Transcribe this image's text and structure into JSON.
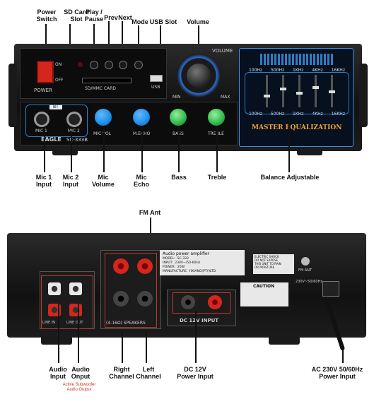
{
  "front_labels": {
    "power_switch": "Power\nSwitch",
    "sd_card_slot": "SD Card\nSlot",
    "play_pause": "Play /\nPause",
    "prev": "Prev",
    "next": "Next",
    "mode": "Mode",
    "usb_slot": "USB Slot",
    "volume": "Volume",
    "mic1_input": "Mic 1\nInput",
    "mic2_input": "Mic 2\nInput",
    "mic_volume": "Mic\nVolume",
    "mic_echo": "Mic\nEcho",
    "bass": "Bass",
    "treble": "Treble",
    "balance": "Balance Adjustable"
  },
  "front_panel": {
    "power": "POWER",
    "on": "ON",
    "off": "OFF",
    "sd_text": "SD/MMC CARD",
    "usb_text": "USB",
    "volume_text": "VOLUME",
    "min": "MIN",
    "max": "MAX",
    "bt": "BT",
    "mic1": "MIC 1",
    "mic2": "MIC 2",
    "brand": "EAGLE",
    "model": "SC-333B",
    "mic_vol": "MIC VOL",
    "m_echo": "M.ECHO",
    "bass": "BASS",
    "treble": "TREBLE",
    "eq_title": "MASTER EQUALIZATION",
    "eq_bands_top": [
      "100Hz",
      "500Hz",
      "1KHz",
      "4KHz",
      "16KHz"
    ],
    "eq_bands_bottom": [
      "100Hz",
      "500Hz",
      "1KHz",
      "4KHz",
      "16KHz"
    ]
  },
  "rear_labels": {
    "fm_ant": "FM Ant",
    "audio_input": "Audio\nInput",
    "audio_output": "Audio\nOnput",
    "subwoofer": "Active Subwoofer\nAudio Output",
    "right_channel": "Right\nChannel",
    "left_channel": "Left\nChannel",
    "dc12v": "DC 12V\nPower Input",
    "ac230v": "AC 230V 50/60Hz\nPower Input"
  },
  "rear_panel": {
    "speakers": "(4-16Ω) SPEAKERS",
    "dc_input": "DC 12V INPUT",
    "sticker_title": "Audio power amplifier",
    "sticker_lines": [
      "MODEL:  SC-333",
      "INPUT:  230V~/50-60Hz",
      "POWER:  20W",
      "MANUFACTURE: YIXIANG(PTY)LTD"
    ],
    "warning": "ELECTRIC SHOCK\nDO NOT EXPOSE\nTHIS UNIT TO RAIN\nOR MOISTURE",
    "caution": "CAUTION",
    "fm_ant": "FM ANT",
    "ac_text": "230V~50/60Hz",
    "line_in": "LINE IN",
    "line_out": "LINE OUT"
  },
  "colors": {
    "power_red": "#d4261d",
    "knob_blue": "#1e8ee8",
    "knob_green": "#2fb84a",
    "eq_blue": "#3b8fe0",
    "highlight_blue": "#2d7fcf",
    "highlight_red": "#c0392b"
  }
}
